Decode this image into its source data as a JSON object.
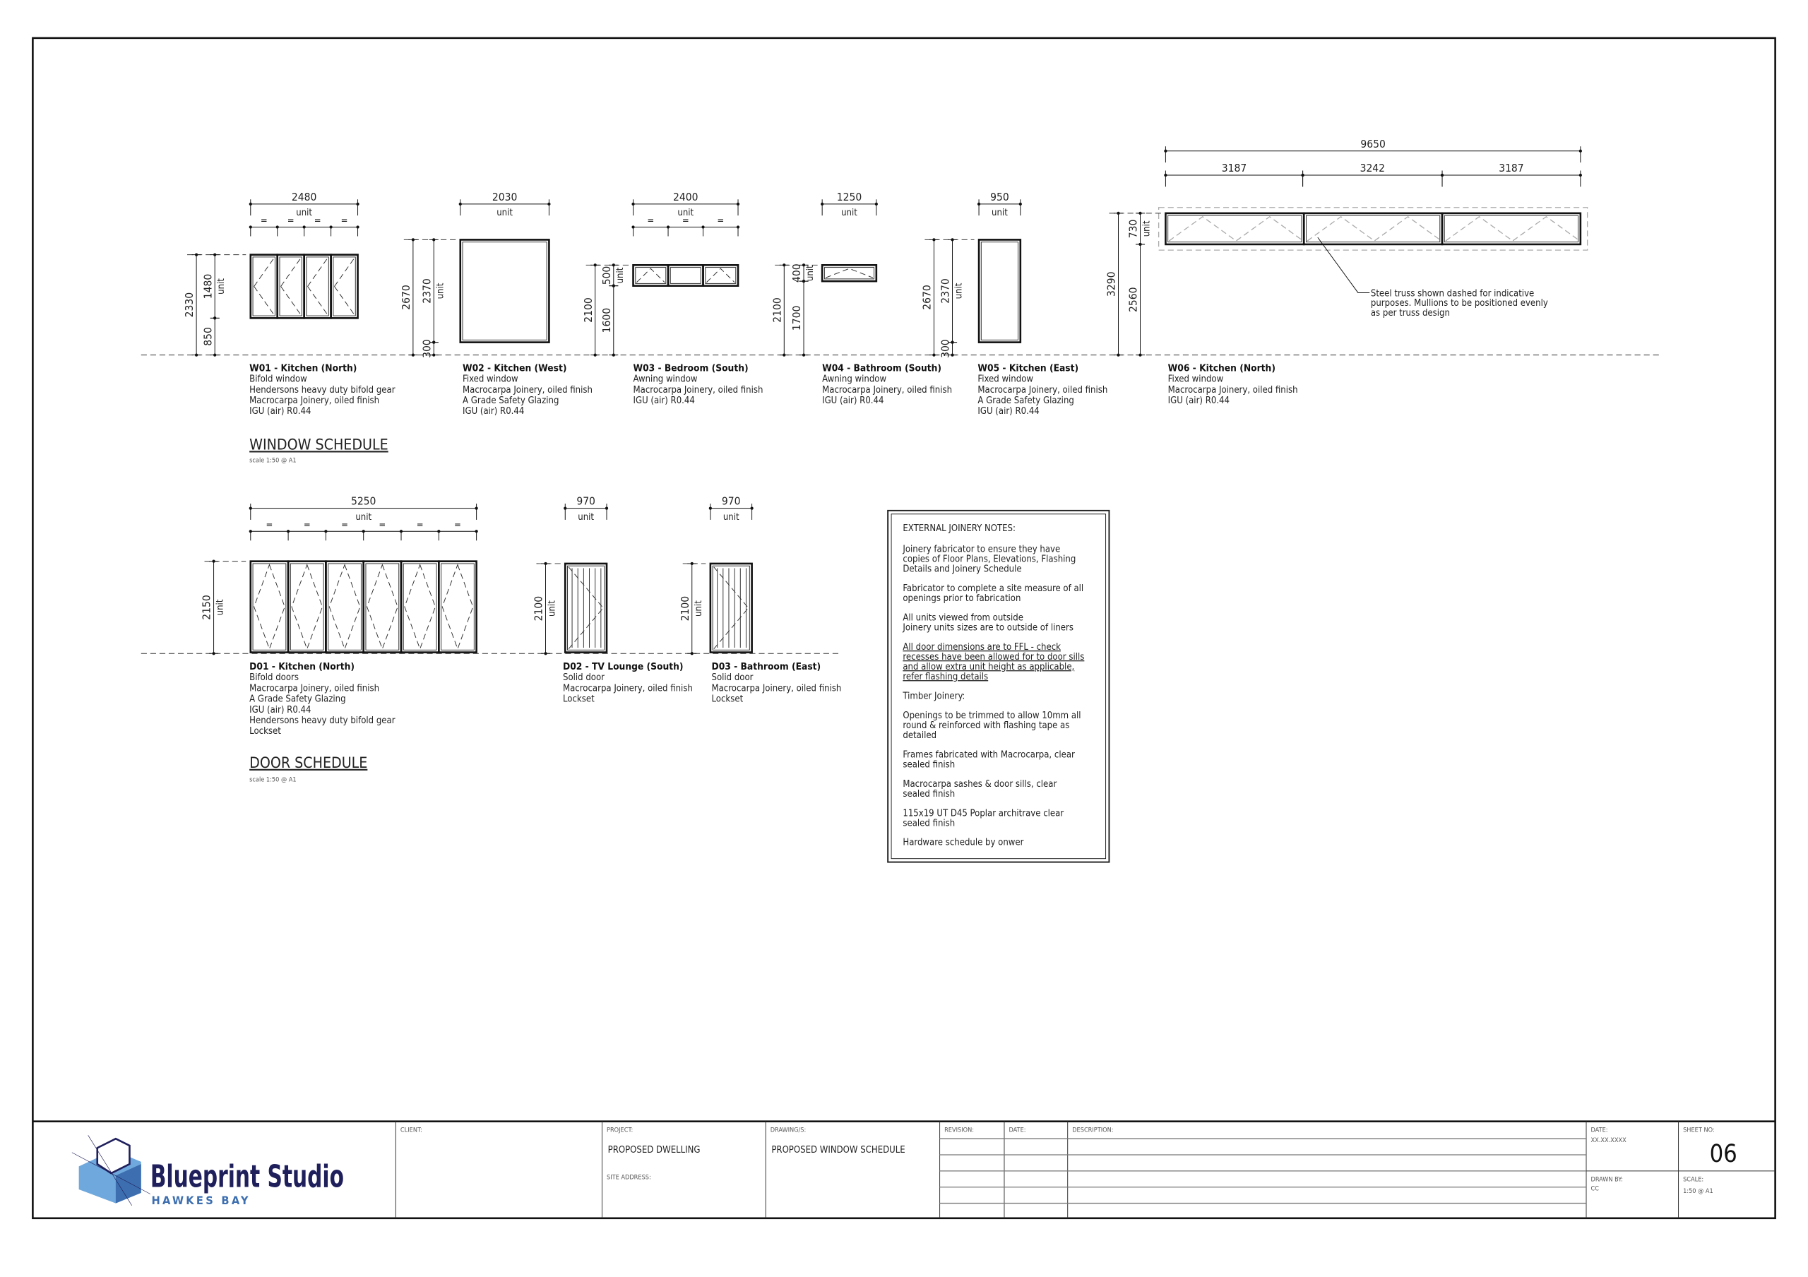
{
  "windows": [
    {
      "title": "W01 - Kitchen (North)",
      "lines": [
        "Bifold window",
        "Hendersons heavy duty bifold gear",
        "Macrocarpa Joinery, oiled finish",
        "IGU (air) R0.44"
      ],
      "width": "2480",
      "heights": [
        "2330",
        "1480",
        "850"
      ]
    },
    {
      "title": "W02 - Kitchen (West)",
      "lines": [
        "Fixed window",
        "Macrocarpa Joinery, oiled finish",
        "A Grade Safety Glazing",
        "IGU (air) R0.44"
      ],
      "width": "2030",
      "heights": [
        "2670",
        "2370",
        "300"
      ]
    },
    {
      "title": "W03 - Bedroom (South)",
      "lines": [
        "Awning window",
        "Macrocarpa Joinery, oiled finish",
        "IGU (air) R0.44"
      ],
      "width": "2400",
      "heights": [
        "2100",
        "500",
        "1600"
      ]
    },
    {
      "title": "W04 - Bathroom (South)",
      "lines": [
        "Awning window",
        "Macrocarpa Joinery, oiled finish",
        "IGU (air) R0.44"
      ],
      "width": "1250",
      "heights": [
        "2100",
        "400",
        "1700"
      ]
    },
    {
      "title": "W05 - Kitchen (East)",
      "lines": [
        "Fixed window",
        "Macrocarpa Joinery, oiled finish",
        "A Grade Safety Glazing",
        "IGU (air) R0.44"
      ],
      "width": "950",
      "heights": [
        "2670",
        "2370",
        "300"
      ]
    },
    {
      "title": "W06 - Kitchen (North)",
      "lines": [
        "Fixed window",
        "Macrocarpa Joinery, oiled finish",
        "IGU (air) R0.44"
      ],
      "width": "9650",
      "sub_widths": [
        "3187",
        "3242",
        "3187"
      ],
      "heights": [
        "3290",
        "730",
        "2560"
      ]
    }
  ],
  "w06_callout": [
    "Steel truss shown dashed for indicative",
    "purposes. Mullions to be positioned evenly",
    "as per truss design"
  ],
  "doors": [
    {
      "title": "D01 - Kitchen (North)",
      "lines": [
        "Bifold doors",
        "Macrocarpa Joinery, oiled finish",
        "A Grade Safety Glazing",
        "IGU (air) R0.44",
        "Hendersons heavy duty bifold gear",
        "Lockset"
      ],
      "width": "5250",
      "heights": [
        "2150"
      ]
    },
    {
      "title": "D02 - TV Lounge (South)",
      "lines": [
        "Solid door",
        "Macrocarpa Joinery, oiled finish",
        "Lockset"
      ],
      "width": "970",
      "heights": [
        "2100"
      ]
    },
    {
      "title": "D03 - Bathroom (East)",
      "lines": [
        "Solid door",
        "Macrocarpa Joinery, oiled finish",
        "Lockset"
      ],
      "width": "970",
      "heights": [
        "2100"
      ]
    }
  ],
  "unit_label": "unit",
  "equal_mark": "=",
  "window_schedule": {
    "title": "WINDOW SCHEDULE",
    "scale": "scale 1:50 @ A1"
  },
  "door_schedule": {
    "title": "DOOR SCHEDULE",
    "scale": "scale 1:50 @ A1"
  },
  "notes": {
    "title": "EXTERNAL JOINERY NOTES:",
    "paragraphs": [
      [
        "Joinery fabricator to ensure they have",
        "copies of Floor Plans, Elevations, Flashing",
        "Details and Joinery Schedule"
      ],
      [
        "Fabricator to complete a site measure of all",
        "openings prior to fabrication"
      ],
      [
        "All units viewed from outside",
        "Joinery units sizes are to outside of liners"
      ],
      [
        "All door dimensions are to FFL - check",
        "recesses have been allowed for to door sills",
        "and allow extra unit height as applicable,",
        "refer flashing details"
      ],
      [
        "Timber Joinery:"
      ],
      [
        "Openings to be trimmed to allow 10mm all",
        "round & reinforced with flashing tape as",
        "detailed"
      ],
      [
        "Frames fabricated with Macrocarpa, clear",
        "sealed finish"
      ],
      [
        "Macrocarpa sashes & door sills, clear",
        "sealed finish"
      ],
      [
        "115x19 UT D45 Poplar architrave clear",
        "sealed finish"
      ],
      [
        "Hardware schedule by onwer"
      ]
    ]
  },
  "title_block": {
    "logo_name": "Blueprint Studio",
    "logo_sub": "HAWKES BAY",
    "client_label": "CLIENT:",
    "project_label": "PROJECT:",
    "project_value": "PROPOSED DWELLING",
    "site_label": "SITE ADDRESS:",
    "drawing_label": "DRAWING/S:",
    "drawing_value": "PROPOSED WINDOW SCHEDULE",
    "revision_label": "REVISION:",
    "date_col_label": "DATE:",
    "description_label": "DESCRIPTION:",
    "date_label": "DATE:",
    "date_value": "XX.XX.XXXX",
    "drawn_label": "DRAWN BY:",
    "drawn_value": "CC",
    "sheet_label": "SHEET NO:",
    "sheet_value": "06",
    "scale_label": "SCALE:",
    "scale_value": "1:50 @ A1"
  },
  "colors": {
    "logo_dark": "#1f1f5c",
    "logo_blue": "#6fa8dc",
    "logo_mid": "#3d6fb0"
  }
}
